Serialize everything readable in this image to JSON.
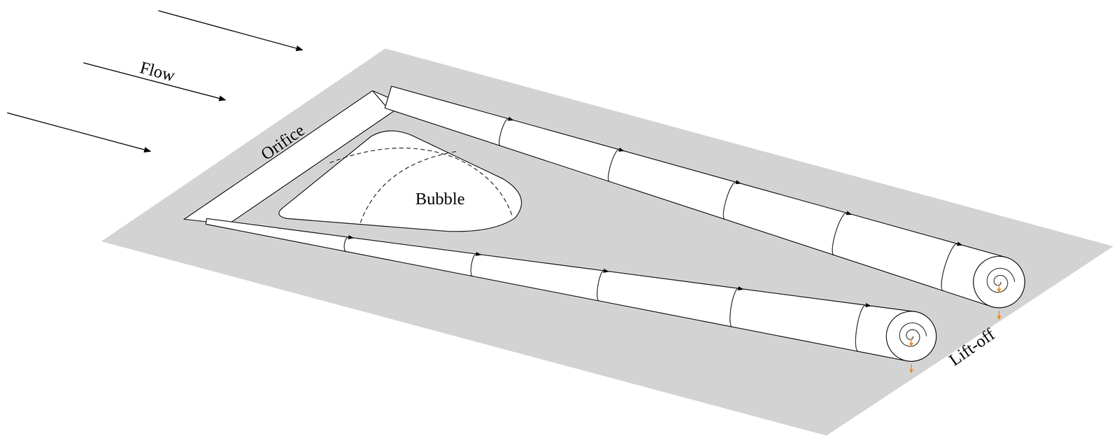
{
  "diagram": {
    "nodes": [
      {
        "text": [
          "Bubble"
        ]
      }
    ],
    "labels": [
      "Flow",
      "Orifice",
      "Lift-off"
    ]
  }
}
